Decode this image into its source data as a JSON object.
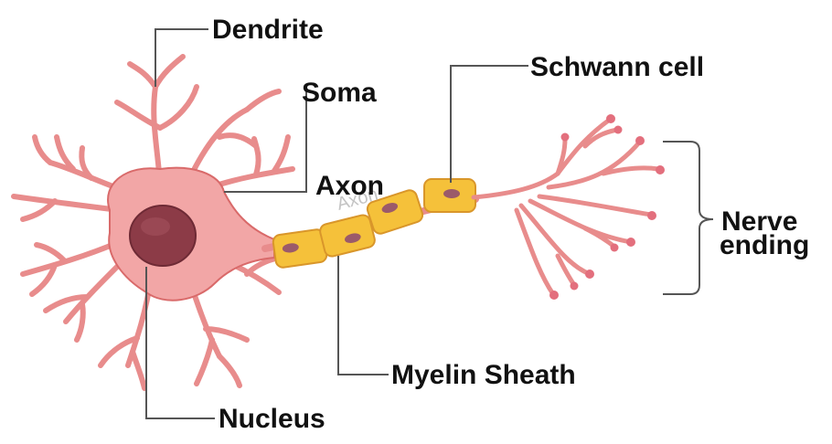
{
  "labels": {
    "dendrite": "Dendrite",
    "soma": "Soma",
    "axon": "Axon",
    "axon_faint": "Axon",
    "schwann_cell": "Schwann cell",
    "nerve": "Nerve",
    "ending": "ending",
    "myelin_sheath": "Myelin Sheath",
    "nucleus": "Nucleus"
  },
  "colors": {
    "cell_body": "#f2a6a6",
    "cell_outline": "#d96a6a",
    "nucleus": "#8c3b47",
    "myelin": "#f5c13a",
    "myelin_outline": "#d9962a",
    "schwann_nucleus": "#9b5a6a",
    "leader_line": "#555555",
    "text": "#111111"
  }
}
